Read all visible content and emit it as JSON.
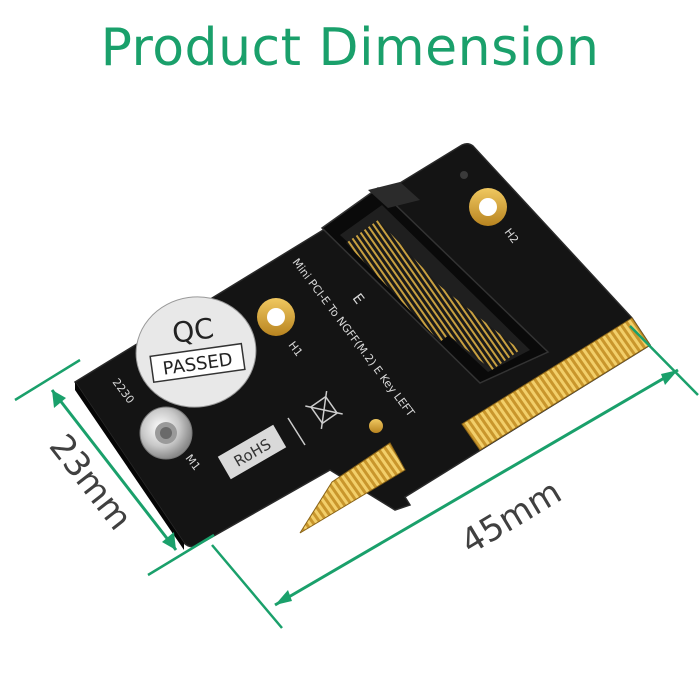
{
  "title": "Product Dimension",
  "dimensions": {
    "width": "23mm",
    "length": "45mm"
  },
  "board": {
    "silkscreen_main": "Mini PCI-E To NGFF(M.2) E Key LEFT",
    "label_e": "E",
    "label_h1": "H1",
    "label_h2": "H2",
    "label_m1": "M1",
    "label_2230": "2230",
    "qc_line1": "QC",
    "qc_line2": "PASSED",
    "rohs": "RoHS"
  },
  "colors": {
    "accent": "#1aa06b",
    "pcb": "#141414",
    "gold": "#d8a838"
  }
}
